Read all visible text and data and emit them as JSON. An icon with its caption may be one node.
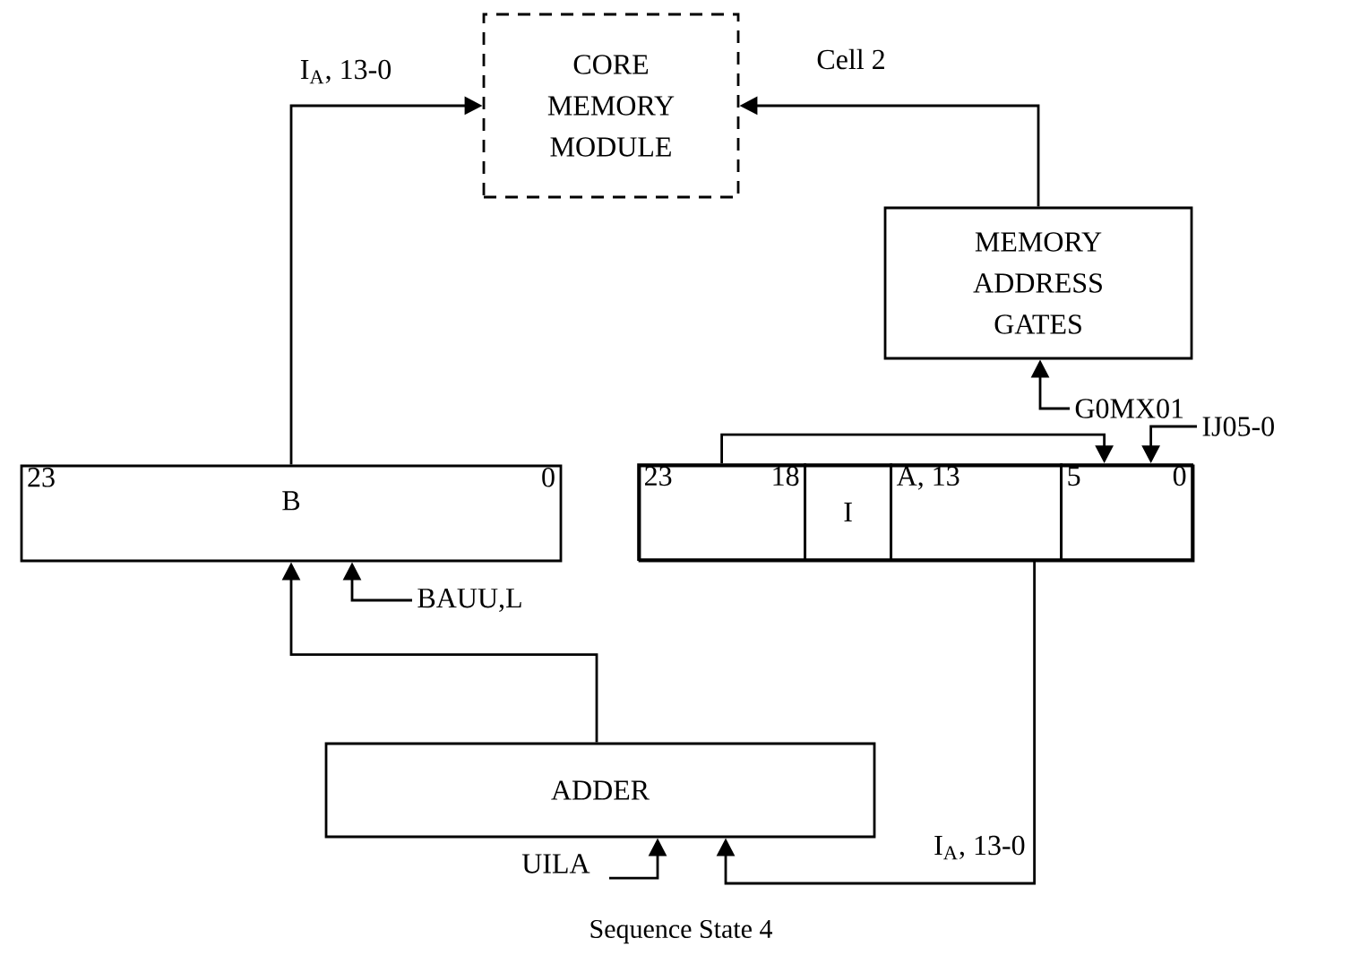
{
  "diagram": {
    "caption": "Sequence State 4",
    "nodes": [
      {
        "text": [
          "CORE MEMORY MODULE"
        ]
      },
      {
        "text": [
          "MEMORY ADDRESS GATES"
        ]
      },
      {
        "text": [
          "23",
          "B",
          "0"
        ]
      },
      {
        "text": [],
        "shape": "box"
      },
      {
        "text": [
          "23",
          "18"
        ],
        "in": 3
      },
      {
        "text": [
          "I"
        ],
        "in": 3
      },
      {
        "text": [
          "A, 13"
        ],
        "in": 3
      },
      {
        "text": [
          "5",
          "0"
        ],
        "in": 3
      },
      {
        "text": [
          "ADDER"
        ]
      },
      {
        "text": [
          "BAUU,L"
        ]
      },
      {
        "text": [
          "G0MX01"
        ]
      },
      {
        "text": [
          "IJ05-0"
        ]
      },
      {
        "text": [
          "UILA"
        ]
      }
    ],
    "edges": [
      {
        "from": 2,
        "to": 0,
        "arrow": "to",
        "label": "I$_{A}$, 13-0"
      },
      {
        "from": 1,
        "to": 0,
        "arrow": "to",
        "label": "Cell 2"
      },
      {
        "from": 4,
        "to": 7,
        "arrow": "to"
      },
      {
        "from": 11,
        "to": 7,
        "arrow": "to"
      },
      {
        "from": 10,
        "to": 1,
        "arrow": "to"
      },
      {
        "from": 6,
        "to": 8,
        "arrow": "to",
        "label": "I$_{A}$, 13-0"
      },
      {
        "from": 12,
        "to": 8,
        "arrow": "to"
      },
      {
        "from": 8,
        "to": 2,
        "arrow": "to"
      },
      {
        "from": 9,
        "to": 2,
        "arrow": "to"
      }
    ]
  }
}
